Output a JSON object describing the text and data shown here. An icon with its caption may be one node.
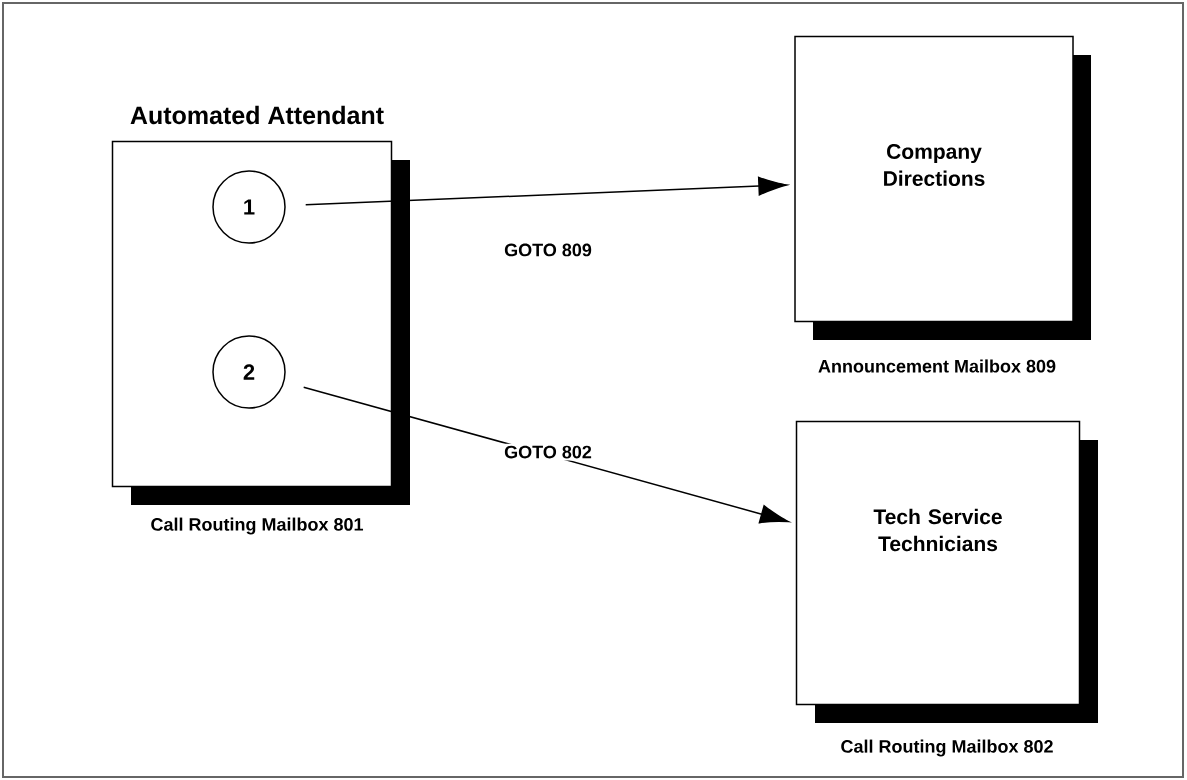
{
  "diagram": {
    "nodes": [
      {
        "text": [
          "Automated Attendant"
        ],
        "beside": [
          "Call Routing Mailbox 801"
        ]
      },
      {
        "text": [
          "1"
        ],
        "in": 0
      },
      {
        "text": [
          "2"
        ],
        "in": 0
      },
      {
        "text": [
          "Company Directions"
        ],
        "beside": [
          "Announcement Mailbox 809"
        ]
      },
      {
        "text": [
          "Tech Service Technicians"
        ],
        "beside": [
          "Call Routing Mailbox 802"
        ]
      }
    ],
    "edges": [
      {
        "from": 1,
        "to": 3,
        "arrow": "to",
        "label": "GOTO 809"
      },
      {
        "from": 2,
        "to": 4,
        "arrow": "to",
        "label": "GOTO 802"
      }
    ]
  }
}
